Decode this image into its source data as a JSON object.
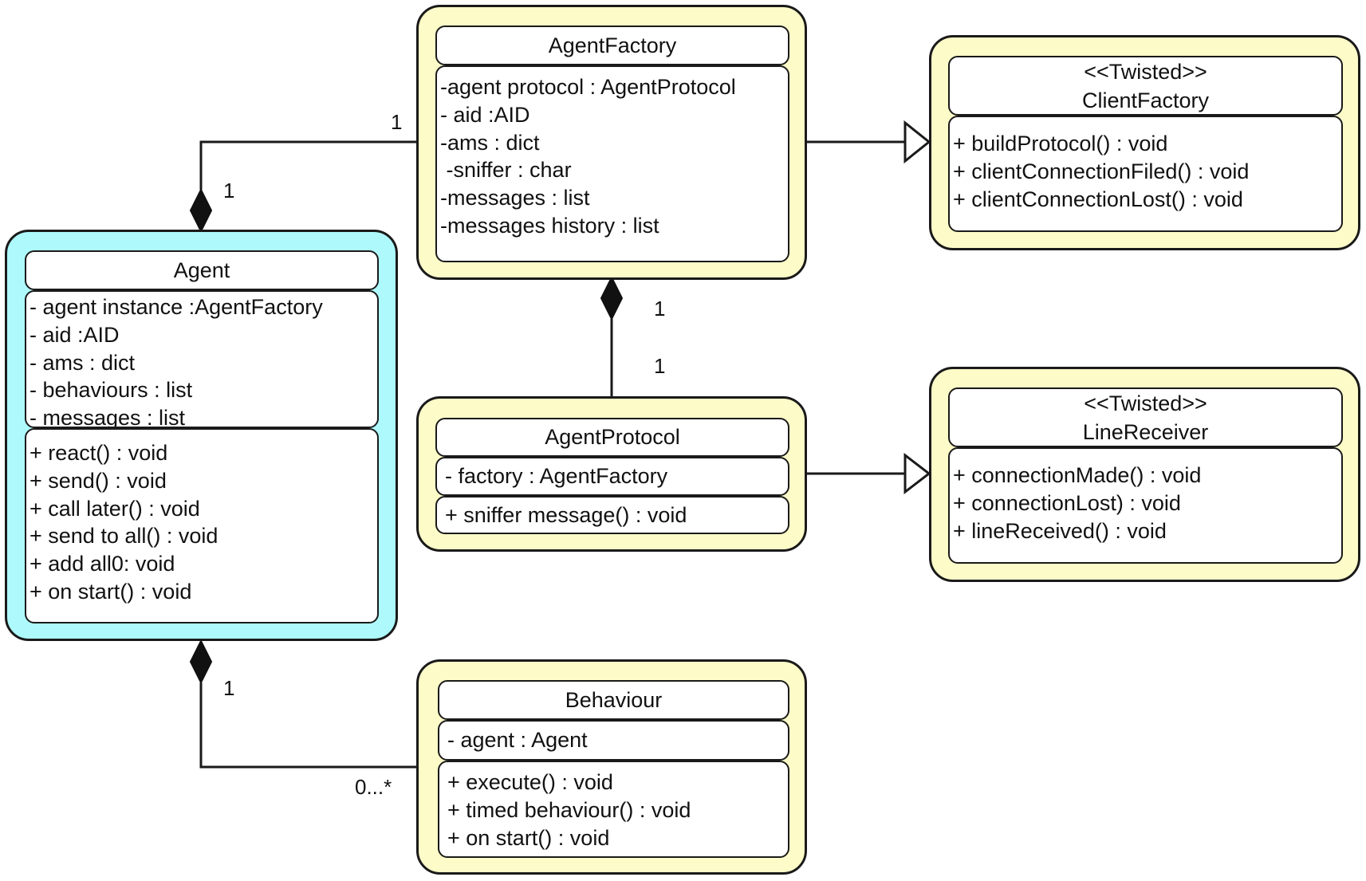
{
  "classes": {
    "agent_factory": {
      "name": "AgentFactory",
      "attributes": [
        "-agent protocol : AgentProtocol",
        "- aid :AID",
        "-ams : dict",
        " -sniffer : char",
        "-messages : list",
        "-messages history : list"
      ]
    },
    "client_factory": {
      "stereotype": "<<Twisted>>",
      "name": "ClientFactory",
      "methods": [
        "+ buildProtocol() : void",
        "+ clientConnectionFiled() : void",
        "+ clientConnectionLost() : void"
      ]
    },
    "agent": {
      "name": "Agent",
      "attributes": [
        "- agent instance :AgentFactory",
        "- aid :AID",
        "- ams : dict",
        "- behaviours : list",
        "- messages : list"
      ],
      "methods": [
        "+ react() : void",
        "+ send() : void",
        "+ call later() : void",
        "+ send to all() : void",
        "+ add all0: void",
        "+ on start() : void"
      ]
    },
    "agent_protocol": {
      "name": "AgentProtocol",
      "attributes": [
        "- factory : AgentFactory"
      ],
      "methods": [
        "+ sniffer message() : void"
      ]
    },
    "line_receiver": {
      "stereotype": "<<Twisted>>",
      "name": "LineReceiver",
      "methods": [
        "+ connectionMade() : void",
        "+ connectionLost) : void",
        "+ lineReceived() : void"
      ]
    },
    "behaviour": {
      "name": "Behaviour",
      "attributes": [
        "- agent : Agent"
      ],
      "methods": [
        "+ execute() : void",
        "+ timed behaviour() : void",
        "+ on start() : void"
      ]
    }
  },
  "multiplicities": {
    "factory_agent_factory_end": "1",
    "factory_agent_agent_end": "1",
    "factory_protocol_factory_end": "1",
    "factory_protocol_protocol_end": "1",
    "agent_behaviour_agent_end": "1",
    "agent_behaviour_behaviour_end": "0...*"
  },
  "colors": {
    "twisted_and_core_classes": "#fdfbc8",
    "agent_class": "#aef9fb",
    "border": "#1a1a1a",
    "compartment": "#ffffff"
  }
}
